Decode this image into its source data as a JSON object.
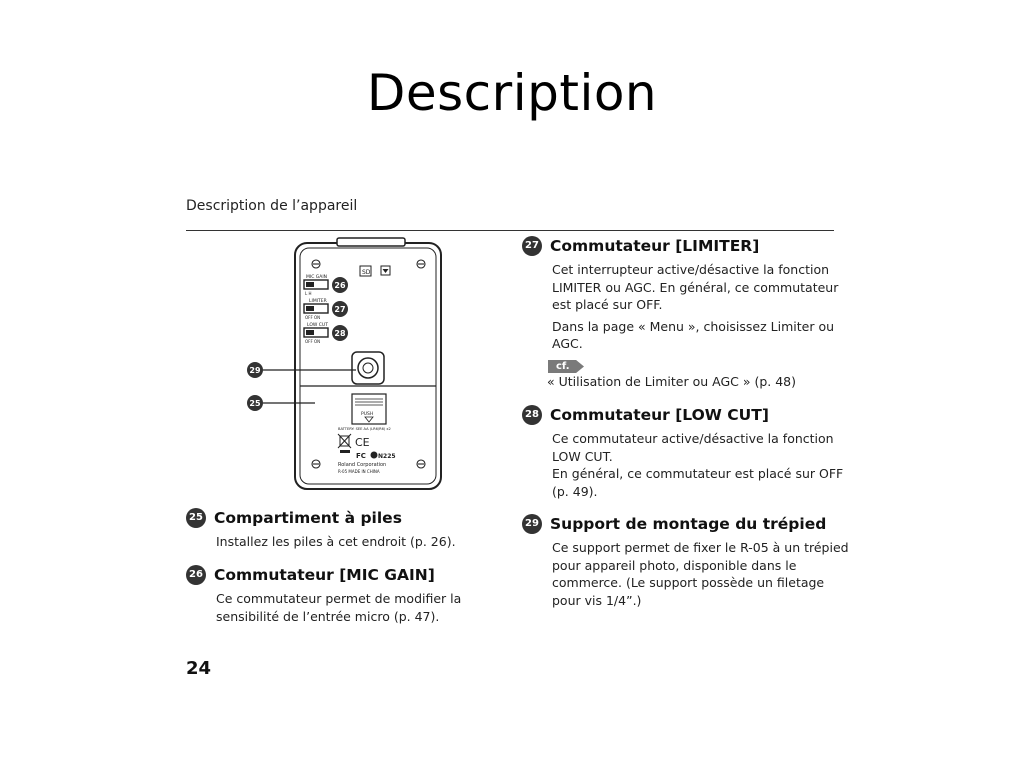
{
  "slide": {
    "title": "Description"
  },
  "document": {
    "section_header": "Description de l’appareil",
    "page_number": "24",
    "diagram": {
      "callouts": [
        "25",
        "26",
        "27",
        "28",
        "29"
      ],
      "switch_labels": [
        "MIC GAIN",
        "LIMITER",
        "LOW CUT"
      ],
      "switch_states": [
        "OFF",
        "ON"
      ],
      "battery_cover_text": "BATTERY: SEE AA (LR6/R6) x2",
      "push_text": "PUSH",
      "logo_text": "Roland Corporation",
      "model_line": "R-05     MADE IN CHINA",
      "fc_text": "FC",
      "n_code": "N225"
    },
    "entries": [
      {
        "number": "25",
        "title": "Compartiment à piles",
        "body": [
          "Installez les piles à cet endroit (p. 26)."
        ]
      },
      {
        "number": "26",
        "title": "Commutateur [MIC GAIN]",
        "body": [
          "Ce commutateur permet de modifier la\nsensibilité de l’entrée micro (p. 47)."
        ]
      },
      {
        "number": "27",
        "title": "Commutateur [LIMITER]",
        "body": [
          "Cet interrupteur active/désactive la fonction\nLIMITER ou AGC. En général, ce commutateur\nest placé sur OFF.",
          "Dans la page « Menu », choisissez Limiter ou\nAGC."
        ],
        "cf_label": "cf.",
        "cf_reference": "« Utilisation de Limiter ou AGC » (p. 48)"
      },
      {
        "number": "28",
        "title": "Commutateur [LOW CUT]",
        "body": [
          "Ce commutateur active/désactive la fonction\nLOW CUT.\nEn général, ce commutateur est placé sur OFF\n(p. 49)."
        ]
      },
      {
        "number": "29",
        "title": "Support de montage du trépied",
        "body": [
          "Ce support permet de fixer le R-05 à un trépied\npour appareil photo, disponible dans le\ncommerce. (Le support possède un filetage\npour vis 1/4”.)"
        ]
      }
    ]
  }
}
